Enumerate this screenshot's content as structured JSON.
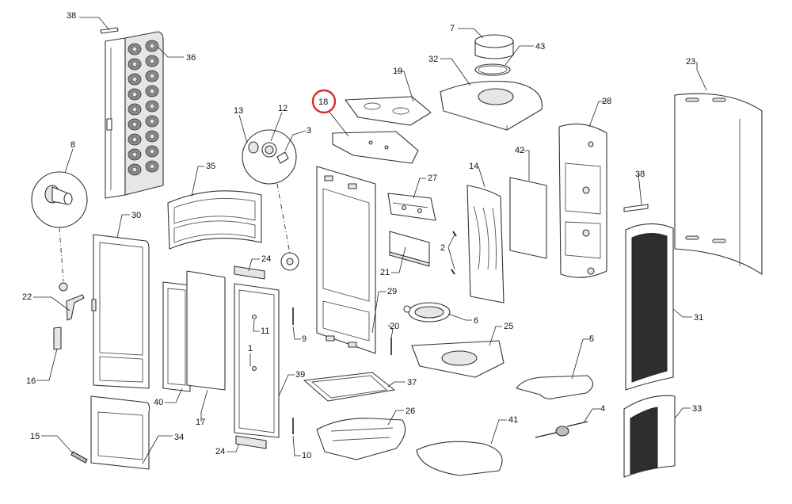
{
  "highlight_color": "#d32f2f",
  "highlighted_label": "18",
  "labels": [
    {
      "id": "38a",
      "text": "38"
    },
    {
      "id": "36",
      "text": "36"
    },
    {
      "id": "8",
      "text": "8"
    },
    {
      "id": "30",
      "text": "30"
    },
    {
      "id": "22",
      "text": "22"
    },
    {
      "id": "16",
      "text": "16"
    },
    {
      "id": "15",
      "text": "15"
    },
    {
      "id": "34",
      "text": "34"
    },
    {
      "id": "35",
      "text": "35"
    },
    {
      "id": "40",
      "text": "40"
    },
    {
      "id": "17",
      "text": "17"
    },
    {
      "id": "13",
      "text": "13"
    },
    {
      "id": "12",
      "text": "12"
    },
    {
      "id": "3",
      "text": "3"
    },
    {
      "id": "24a",
      "text": "24"
    },
    {
      "id": "11",
      "text": "11"
    },
    {
      "id": "1",
      "text": "1"
    },
    {
      "id": "9",
      "text": "9"
    },
    {
      "id": "39",
      "text": "39"
    },
    {
      "id": "24b",
      "text": "24"
    },
    {
      "id": "10",
      "text": "10"
    },
    {
      "id": "18",
      "text": "18"
    },
    {
      "id": "19",
      "text": "19"
    },
    {
      "id": "29",
      "text": "29"
    },
    {
      "id": "27",
      "text": "27"
    },
    {
      "id": "21",
      "text": "21"
    },
    {
      "id": "20",
      "text": "20"
    },
    {
      "id": "37",
      "text": "37"
    },
    {
      "id": "26",
      "text": "26"
    },
    {
      "id": "7",
      "text": "7"
    },
    {
      "id": "43",
      "text": "43"
    },
    {
      "id": "32",
      "text": "32"
    },
    {
      "id": "14",
      "text": "14"
    },
    {
      "id": "2",
      "text": "2"
    },
    {
      "id": "6",
      "text": "6"
    },
    {
      "id": "25",
      "text": "25"
    },
    {
      "id": "41",
      "text": "41"
    },
    {
      "id": "42",
      "text": "42"
    },
    {
      "id": "28",
      "text": "28"
    },
    {
      "id": "5",
      "text": "5"
    },
    {
      "id": "4",
      "text": "4"
    },
    {
      "id": "38b",
      "text": "38"
    },
    {
      "id": "23",
      "text": "23"
    },
    {
      "id": "31",
      "text": "31"
    },
    {
      "id": "33",
      "text": "33"
    }
  ]
}
